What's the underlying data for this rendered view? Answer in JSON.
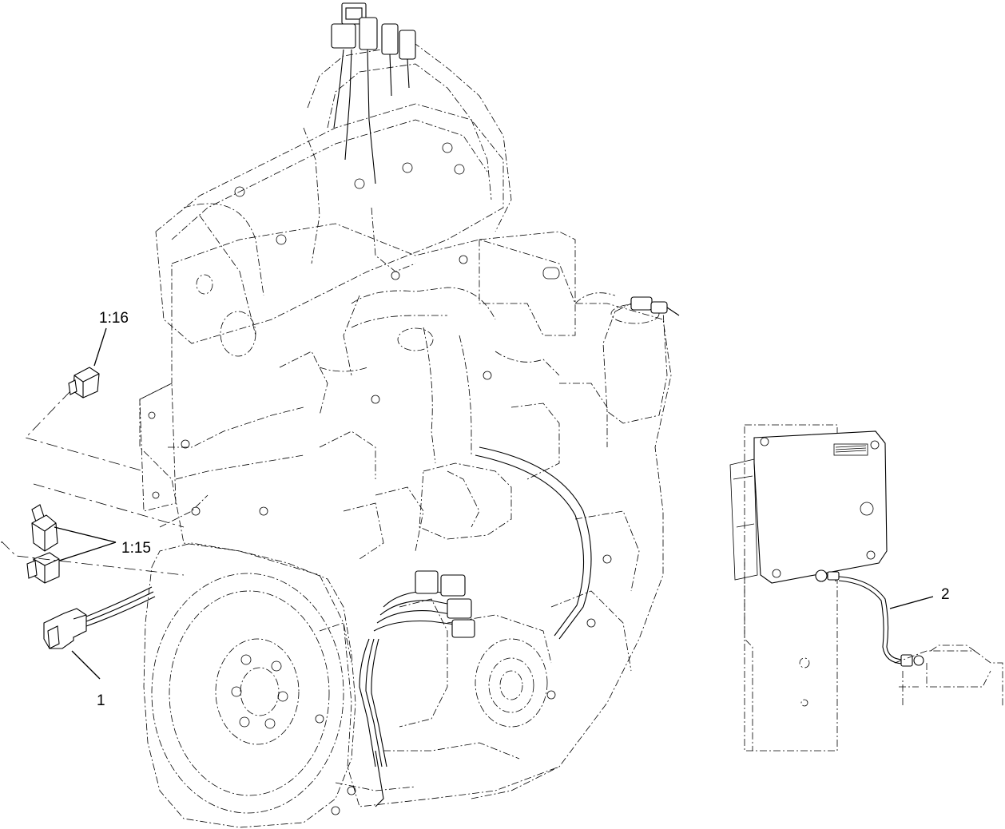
{
  "callouts": {
    "c116": "1:16",
    "c115": "1:15",
    "c1": "1",
    "c2": "2"
  },
  "colors": {
    "line": "#000000",
    "background": "#ffffff"
  }
}
